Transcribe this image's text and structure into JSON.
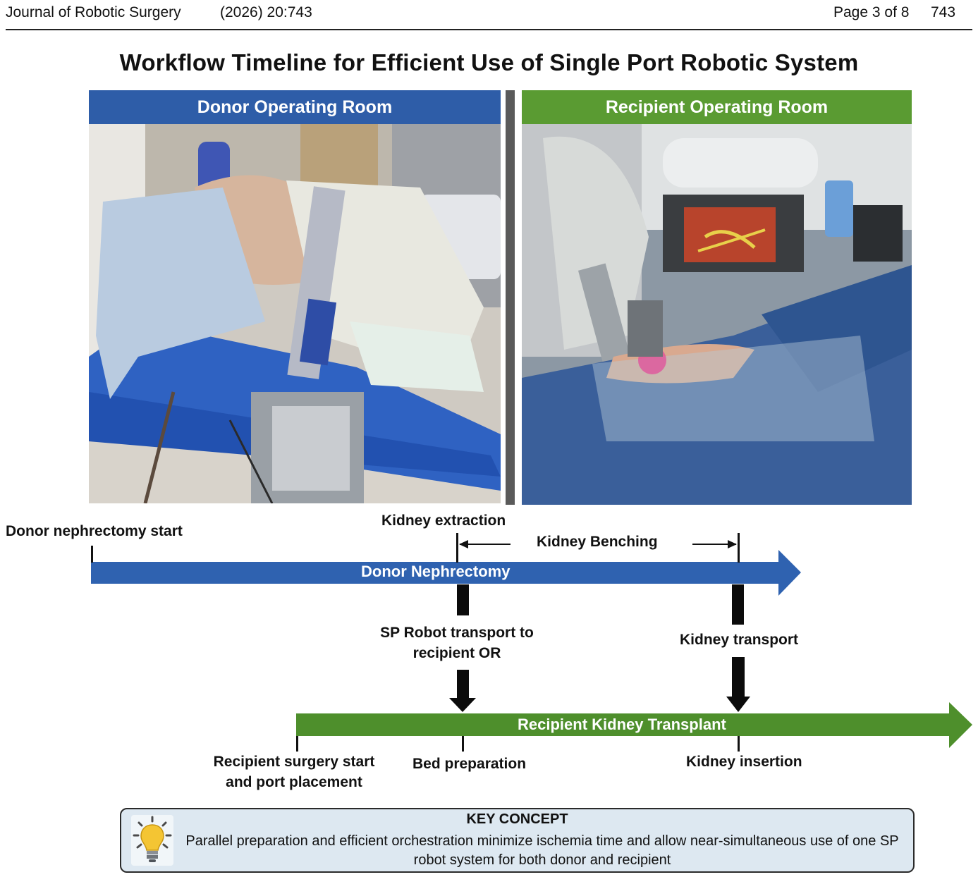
{
  "header": {
    "journal": "Journal of Robotic Surgery",
    "citation": "(2026) 20:743",
    "page": "Page 3 of 8",
    "page_number": "743"
  },
  "figure": {
    "title": "Workflow Timeline for Efficient Use of Single Port Robotic System",
    "panels": [
      {
        "heading": "Donor Operating Room",
        "color": "#2e5da8"
      },
      {
        "heading": "Recipient Operating Room",
        "color": "#5a9b32"
      }
    ],
    "timeline": {
      "donor_bar": {
        "label": "Donor Nephrectomy",
        "color": "#2f62b0"
      },
      "recipient_bar": {
        "label": "Recipient Kidney Transplant",
        "color": "#4e8f2c"
      },
      "labels": {
        "donor_start": "Donor nephrectomy start",
        "kidney_extraction": "Kidney extraction",
        "kidney_benching": "Kidney Benching",
        "sp_robot_transport": "SP Robot transport to recipient OR",
        "kidney_transport": "Kidney transport",
        "recipient_start": "Recipient surgery start and port placement",
        "bed_preparation": "Bed preparation",
        "kidney_insertion": "Kidney insertion"
      }
    },
    "key_concept": {
      "title": "KEY CONCEPT",
      "text": "Parallel preparation and efficient orchestration minimize ischemia time and allow near-simultaneous use of one SP robot system for both donor and recipient",
      "icon": "lightbulb-icon"
    }
  }
}
